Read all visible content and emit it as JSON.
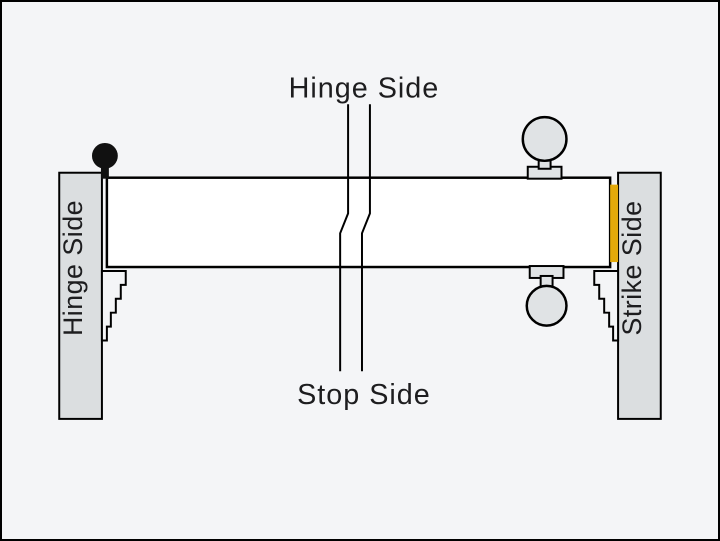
{
  "diagram": {
    "top_label": "Hinge Side",
    "bottom_label": "Stop Side",
    "left_jamb_label": "Hinge Side",
    "right_jamb_label": "Strike Side",
    "parts": {
      "door_slab": "door panel shown in plan view",
      "left_jamb": "hinge-side door jamb",
      "right_jamb": "strike-side door jamb",
      "hinge_knuckle": "hinge barrel pin (black dot)",
      "door_knob_top": "door knob above door (hinge side)",
      "door_knob_bottom": "door knob below door (stop side)",
      "strike_plate": "gold strike plate on latch edge",
      "break_lines": "drawing break symbol (door length interrupted)",
      "stop_profile_left": "stepped stop moulding profile, left jamb",
      "stop_profile_right": "stepped stop moulding profile, right jamb"
    }
  },
  "colors": {
    "background": "#f4f5f7",
    "door_fill": "#ffffff",
    "jamb_fill": "#dbdee0",
    "knob_fill": "#e0e3e5",
    "strike_plate": "#e3a90a",
    "hinge_fill": "#111111",
    "line": "#000000",
    "text": "#1d1d1f"
  }
}
